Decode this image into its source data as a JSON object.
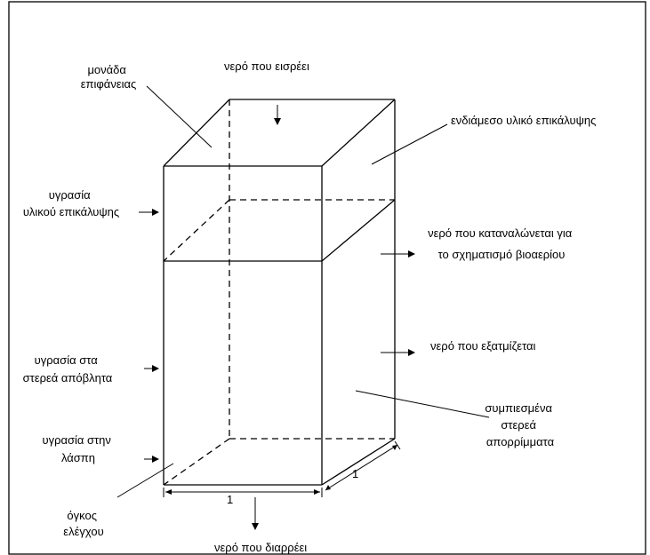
{
  "diagram": {
    "labels": {
      "unit_surface": [
        "μονάδα",
        "επιφάνειας"
      ],
      "water_inflow": "νερό που εισρέει",
      "intermediate_cover": "ενδιάμεσο υλικό επικάλυψης",
      "cover_moisture": [
        "υγρασία",
        "υλικού επικάλυψης"
      ],
      "biogas_water": [
        "νερό που καταναλώνεται για",
        "το σχηματισμό βιοαερίου"
      ],
      "evaporated_water": "νερό που εξατμίζεται",
      "solid_waste_moisture": [
        "υγρασία στα",
        "στερεά απόβλητα"
      ],
      "compacted_waste": [
        "συμπιεσμένα",
        "στερεά",
        "απορρίμματα"
      ],
      "sludge_moisture": [
        "υγρασία στην",
        "λάσπη"
      ],
      "control_volume": [
        "όγκος",
        "ελέγχου"
      ],
      "dim_width": "1",
      "dim_depth": "1",
      "water_outflow": "νερό που διαρρέει"
    }
  }
}
